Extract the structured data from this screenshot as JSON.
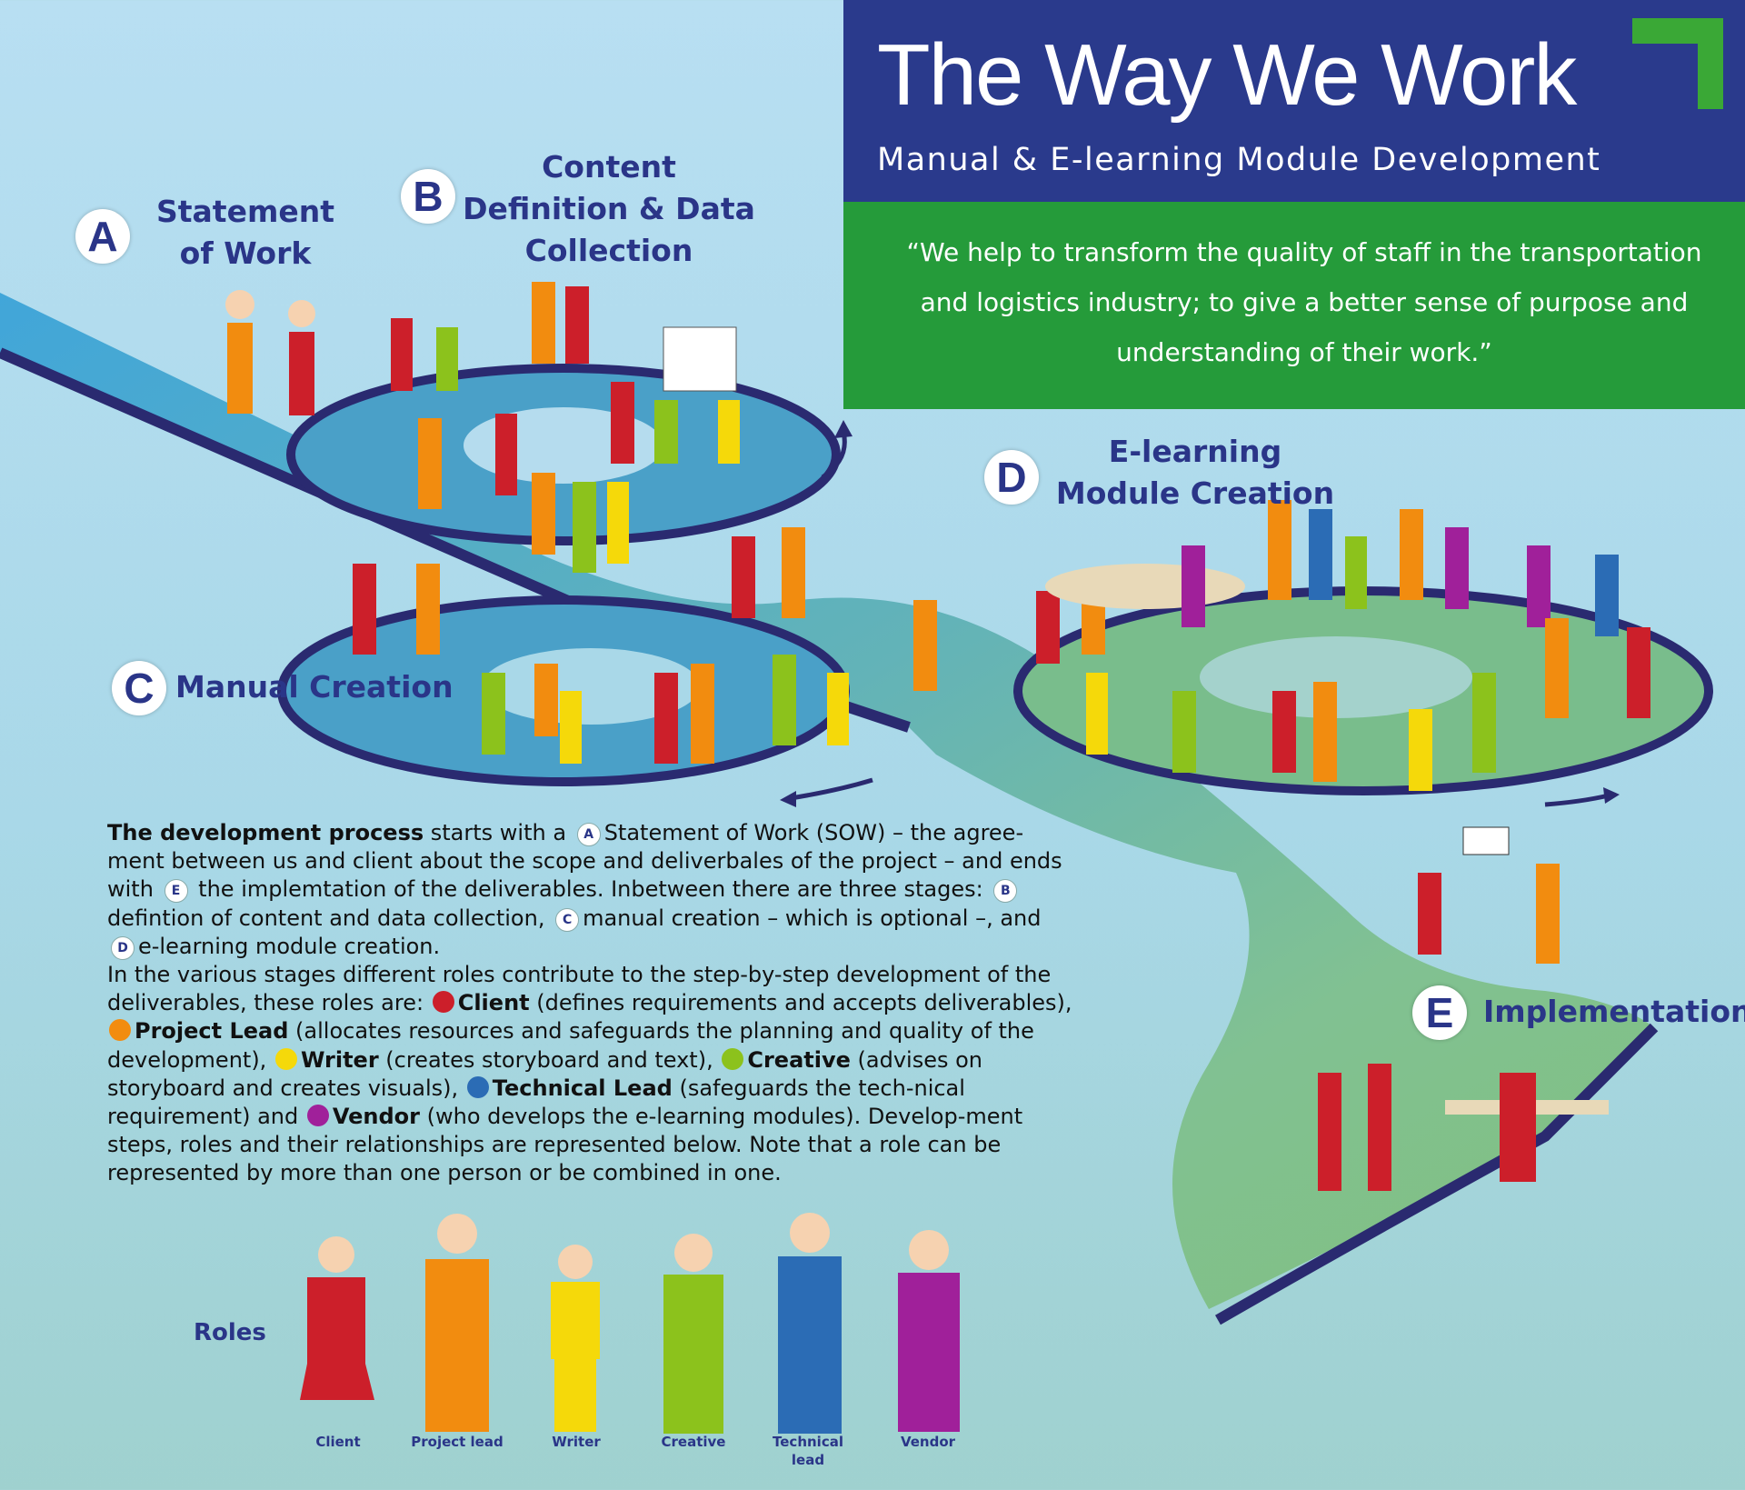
{
  "header": {
    "title": "The Way We Work",
    "subtitle": "Manual & E-learning Module Development",
    "quote": "“We help to transform the quality of staff in the transportation and logistics industry; to give a better sense of purpose and understanding of their work.”"
  },
  "colors": {
    "navy": "#2a3a8c",
    "green": "#259b3a",
    "client": "#cc1f2a",
    "project_lead": "#f28c0f",
    "writer": "#f5d90a",
    "creative": "#8cc21c",
    "technical_lead": "#2b6cb5",
    "vendor": "#a0209a"
  },
  "stages": [
    {
      "letter": "A",
      "label": "Statement of Work"
    },
    {
      "letter": "B",
      "label": "Content Definition & Data Collection"
    },
    {
      "letter": "C",
      "label": "Manual Creation"
    },
    {
      "letter": "D",
      "label": "E-learning Module Creation"
    },
    {
      "letter": "E",
      "label": "Implementation"
    }
  ],
  "description": {
    "lead": "The development process",
    "p1": " starts with a ",
    "p2": "Statement of Work (SOW) – the agree-ment between us and client about the scope and deliverbales of the project – and ends with ",
    "p3": " the implemtation of the deliverables. Inbetween there are three stages: ",
    "p4": " defintion of content and data collection, ",
    "p5": "manual creation – which is optional –, and ",
    "p6": "e-learning module creation.",
    "p7": "In the various stages different roles contribute to the step-by-step development of the deliverables, these roles are: ",
    "client_name": "Client",
    "client_desc": " (defines requirements and accepts deliverables), ",
    "pl_name": "Project Lead",
    "pl_desc": " (allocates resources and safeguards the planning and quality of the development), ",
    "writer_name": "Writer",
    "writer_desc": " (creates storyboard and text), ",
    "creative_name": "Creative",
    "creative_desc": " (advises on storyboard and creates visuals), ",
    "tl_name": "Technical Lead",
    "tl_desc": " (safeguards the tech-nical requirement) and ",
    "vendor_name": "Vendor",
    "vendor_desc": " (who develops the e-learning modules). Develop-ment steps, roles and their relationships are represented below. Note that a role can be represented by more than one person or be combined in one."
  },
  "roles": {
    "title": "Roles",
    "items": [
      {
        "label": "Client",
        "color": "#cc1f2a"
      },
      {
        "label": "Project lead",
        "color": "#f28c0f"
      },
      {
        "label": "Writer",
        "color": "#f5d90a"
      },
      {
        "label": "Creative",
        "color": "#8cc21c"
      },
      {
        "label": "Technical lead",
        "color": "#2b6cb5"
      },
      {
        "label": "Vendor",
        "color": "#a0209a"
      }
    ]
  }
}
